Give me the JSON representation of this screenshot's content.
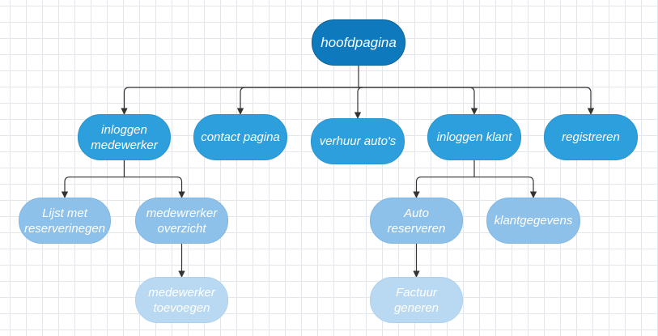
{
  "diagram": {
    "colors": {
      "level0": "#0e7abd",
      "level1": "#2e9fdd",
      "level2": "#8dc1ea",
      "level3": "#b9d9f3",
      "connector": "#333333",
      "grid": "#e3e6ea"
    },
    "nodes": {
      "hoofdpagina": "hoofdpagina",
      "inloggen_medewerker": "inloggen\nmedewerker",
      "contact_pagina": "contact pagina",
      "verhuur_autos": "verhuur auto's",
      "inloggen_klant": "inloggen klant",
      "registreren": "registreren",
      "lijst_met_reserveringen": "Lijst met\nreserverinegen",
      "medewerker_overzicht": "medewrerker\noverzicht",
      "medewerker_toevoegen": "medewerker\ntoevoegen",
      "auto_reserveren": "Auto\nreserveren",
      "klantgegevens": "klantgegevens",
      "factuur_genereren": "Factuur\ngeneren"
    },
    "edges": [
      [
        "hoofdpagina",
        "inloggen_medewerker"
      ],
      [
        "hoofdpagina",
        "contact_pagina"
      ],
      [
        "hoofdpagina",
        "verhuur_autos"
      ],
      [
        "hoofdpagina",
        "inloggen_klant"
      ],
      [
        "hoofdpagina",
        "registreren"
      ],
      [
        "inloggen_medewerker",
        "lijst_met_reserveringen"
      ],
      [
        "inloggen_medewerker",
        "medewerker_overzicht"
      ],
      [
        "medewerker_overzicht",
        "medewerker_toevoegen"
      ],
      [
        "inloggen_klant",
        "auto_reserveren"
      ],
      [
        "inloggen_klant",
        "klantgegevens"
      ],
      [
        "auto_reserveren",
        "factuur_genereren"
      ]
    ]
  }
}
